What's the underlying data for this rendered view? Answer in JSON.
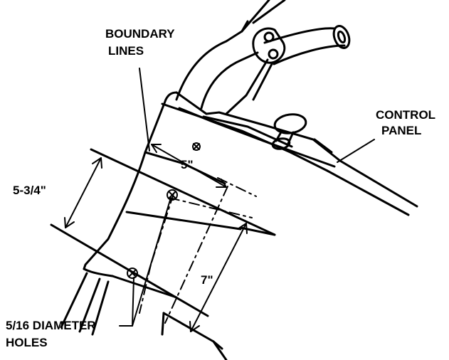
{
  "labels": {
    "boundary_line1": "BOUNDARY",
    "boundary_line2": "LINES",
    "control_line1": "CONTROL",
    "control_line2": "PANEL",
    "dim_width": "5\"",
    "dim_height": "5-3/4\"",
    "dim_length": "7\"",
    "holes_line1": "5/16 DIAMETER",
    "holes_line2": "HOLES"
  },
  "colors": {
    "ink": "#000000",
    "background": "#ffffff"
  }
}
